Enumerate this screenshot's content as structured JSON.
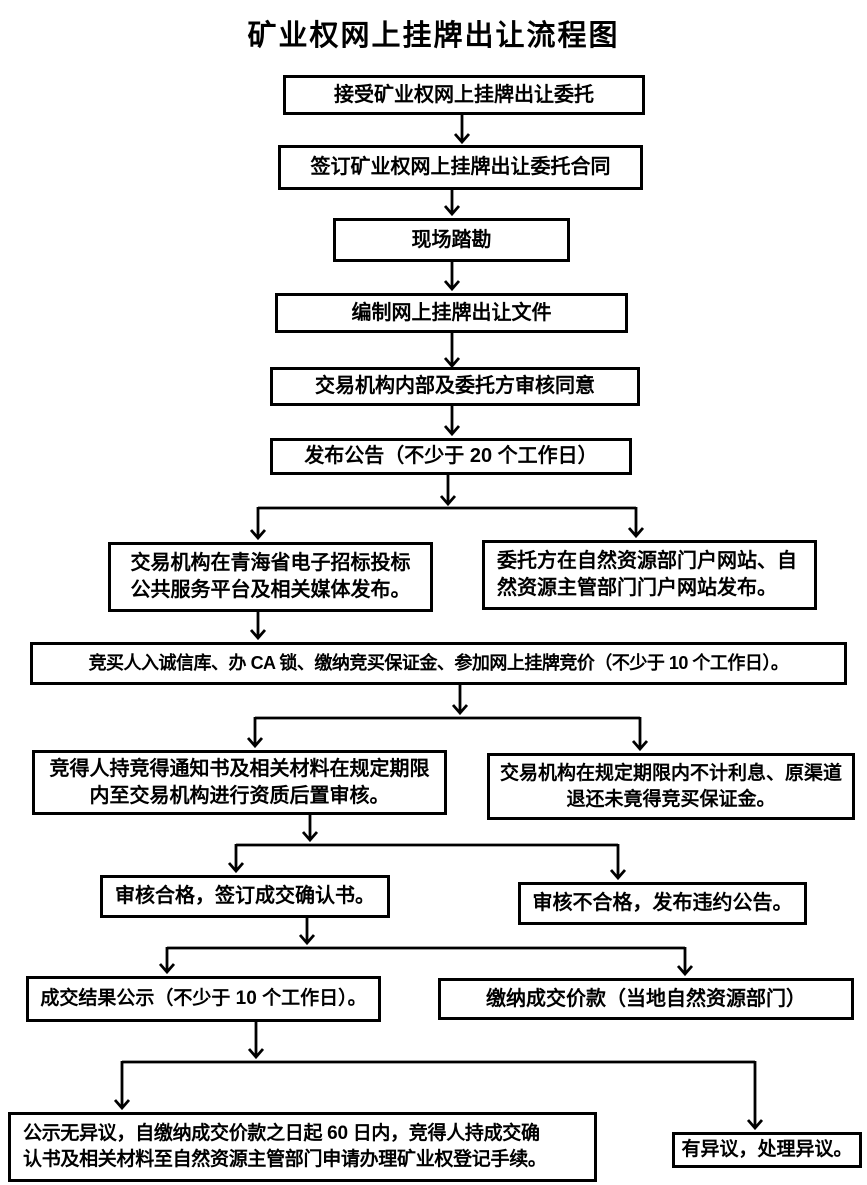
{
  "title": "矿业权网上挂牌出让流程图",
  "nodes": [
    {
      "label": "接受矿业权网上挂牌出让委托"
    },
    {
      "label": "签订矿业权网上挂牌出让委托合同"
    },
    {
      "label": "现场踏勘"
    },
    {
      "label": "编制网上挂牌出让文件"
    },
    {
      "label": "交易机构内部及委托方审核同意"
    },
    {
      "label": "发布公告（不少于 20 个工作日）"
    },
    {
      "label": "交易机构在青海省电子招标投标\n公共服务平台及相关媒体发布。"
    },
    {
      "label": "委托方在自然资源部门户网站、自\n然资源主管部门门户网站发布。"
    },
    {
      "label": "竞买人入诚信库、办 CA 锁、缴纳竞买保证金、参加网上挂牌竞价（不少于 10 个工作日）。"
    },
    {
      "label": "竞得人持竞得通知书及相关材料在规定期限\n内至交易机构进行资质后置审核。"
    },
    {
      "label": "交易机构在规定期限内不计利息、原渠道\n退还未竟得竞买保证金。"
    },
    {
      "label": "审核合格，签订成交确认书。"
    },
    {
      "label": "审核不合格，发布违约公告。"
    },
    {
      "label": "成交结果公示（不少于 10 个工作日）。"
    },
    {
      "label": "缴纳成交价款（当地自然资源部门）"
    },
    {
      "label": "公示无异议，自缴纳成交价款之日起 60 日内，竞得人持成交确\n认书及相关材料至自然资源主管部门申请办理矿业权登记手续。"
    },
    {
      "label": "有异议，处理异议。"
    }
  ]
}
